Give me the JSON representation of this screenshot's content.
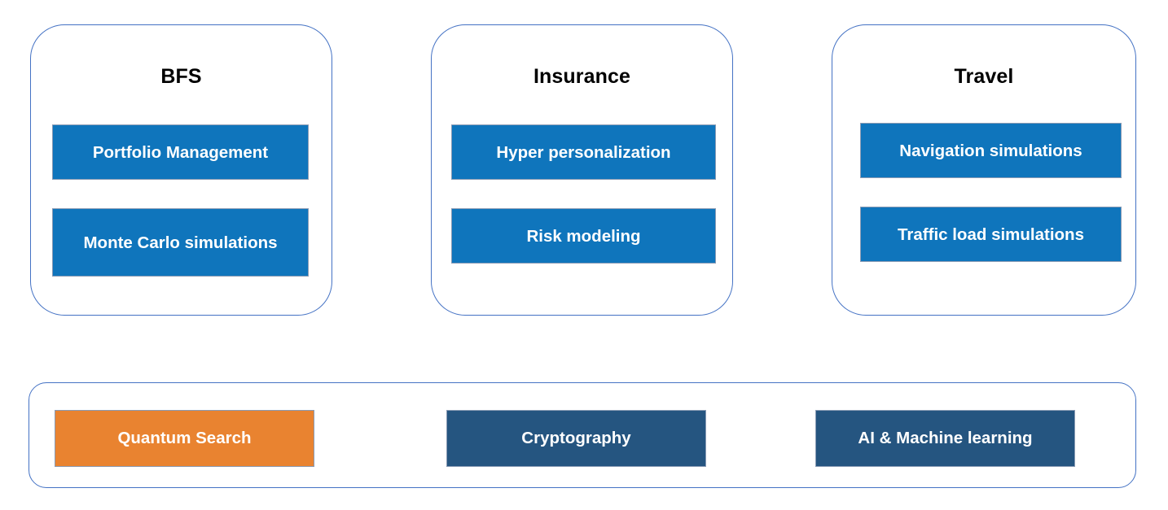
{
  "diagram": {
    "title_text": "",
    "colors": {
      "card_border": "#4472C4",
      "item_blue": "#0F75BC",
      "tech_orange": "#E98330",
      "tech_navy": "#255580",
      "box_outline": "#8A9BB4",
      "background": "#FFFFFF",
      "title_text": "#000000",
      "box_text": "#FFFFFF"
    },
    "domains": [
      {
        "title": "BFS",
        "items": [
          {
            "label": "Portfolio Management",
            "color": "#0F75BC"
          },
          {
            "label": "Monte Carlo simulations",
            "color": "#0F75BC"
          }
        ]
      },
      {
        "title": "Insurance",
        "items": [
          {
            "label": "Hyper personalization",
            "color": "#0F75BC"
          },
          {
            "label": "Risk modeling",
            "color": "#0F75BC"
          }
        ]
      },
      {
        "title": "Travel",
        "items": [
          {
            "label": "Navigation simulations",
            "color": "#0F75BC"
          },
          {
            "label": "Traffic load simulations",
            "color": "#0F75BC"
          }
        ]
      }
    ],
    "foundation": {
      "technologies": [
        {
          "label": "Quantum Search",
          "color": "#E98330"
        },
        {
          "label": "Cryptography",
          "color": "#255580"
        },
        {
          "label": "AI & Machine learning",
          "color": "#255580"
        }
      ]
    }
  }
}
